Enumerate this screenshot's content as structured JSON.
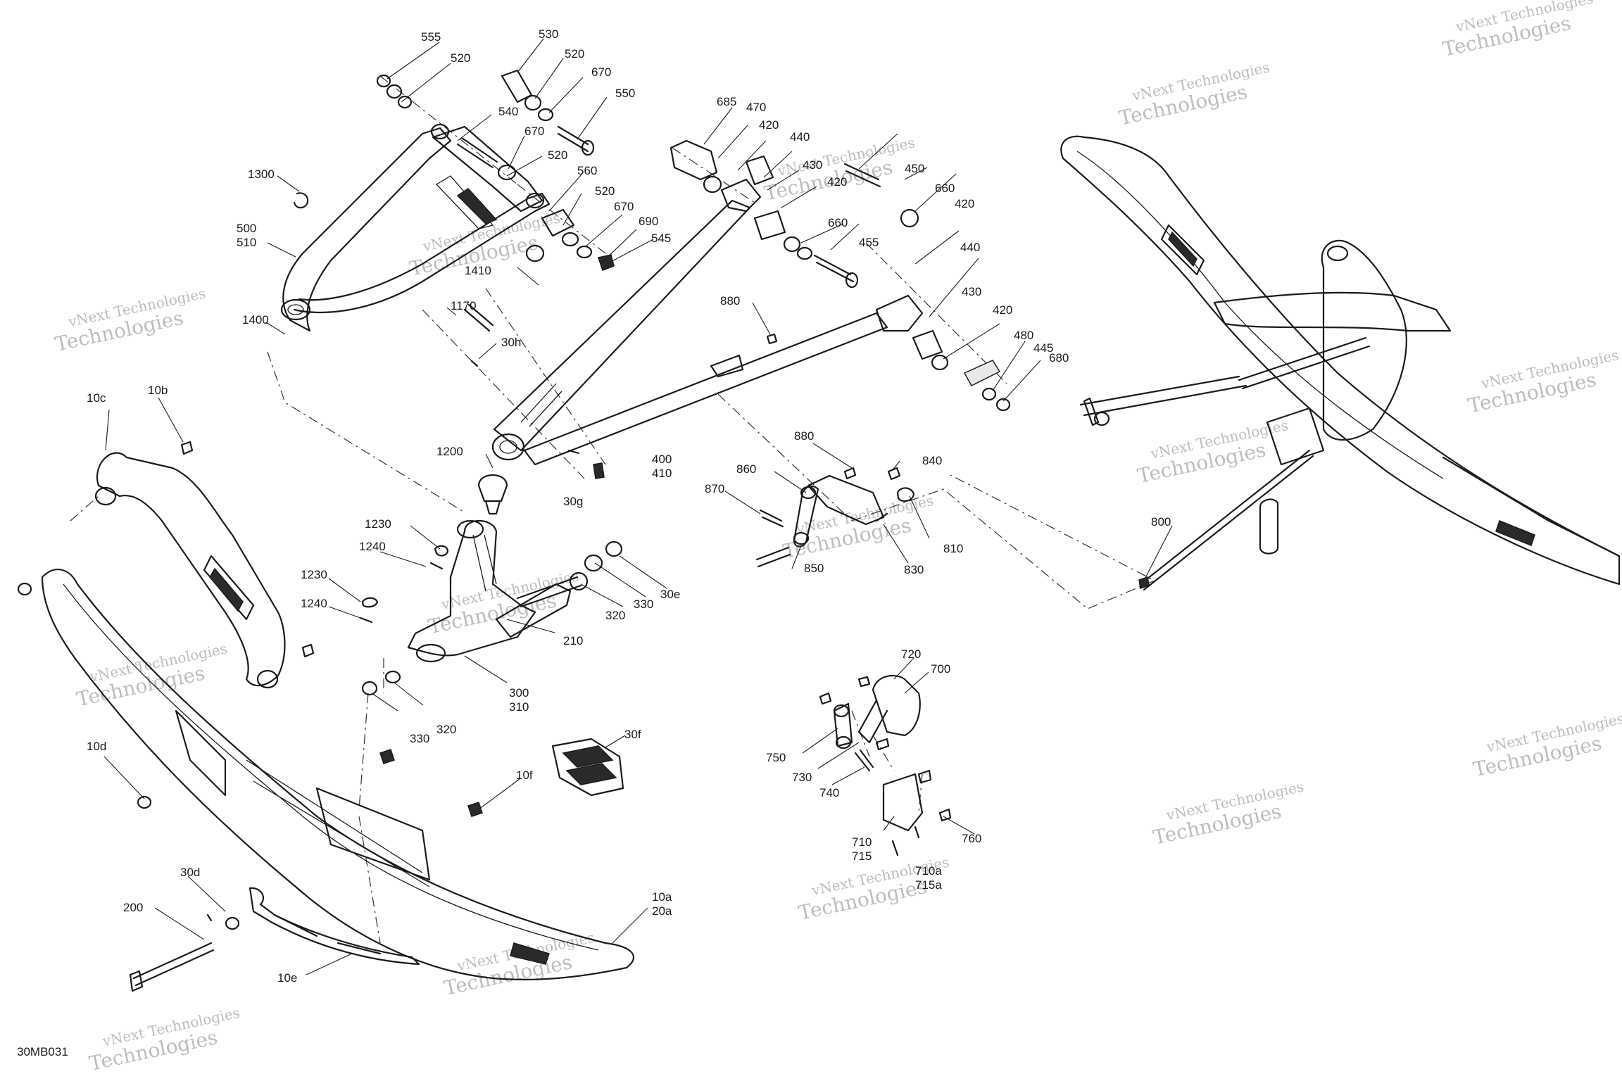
{
  "diagram_id": "30MB031",
  "watermark": {
    "line1": "vNext Technologies",
    "line2": "Technologies"
  },
  "callouts": {
    "c555": "555",
    "c520a": "520",
    "c530": "530",
    "c520b": "520",
    "c670a": "670",
    "c550": "550",
    "c540": "540",
    "c670b": "670",
    "c520c": "520",
    "c560": "560",
    "c520d": "520",
    "c670c": "670",
    "c690": "690",
    "c545": "545",
    "c1300": "1300",
    "c500": "500",
    "c510": "510",
    "c1400": "1400",
    "c1410": "1410",
    "c1170": "1170",
    "c30h": "30h",
    "c685": "685",
    "c470": "470",
    "c420a": "420",
    "c440a": "440",
    "c430a": "430",
    "c420b": "420",
    "c450": "450",
    "c660a": "660",
    "c660b": "660",
    "c420c": "420",
    "c455": "455",
    "c440b": "440",
    "c430b": "430",
    "c420d": "420",
    "c480": "480",
    "c445": "445",
    "c680": "680",
    "c880a": "880",
    "c400": "400",
    "c410": "410",
    "c30g": "30g",
    "c1200": "1200",
    "c10c": "10c",
    "c10b": "10b",
    "c880b": "880",
    "c860": "860",
    "c870": "870",
    "c840": "840",
    "c810": "810",
    "c850": "850",
    "c830": "830",
    "c1230a": "1230",
    "c1240a": "1240",
    "c1230b": "1230",
    "c1240b": "1240",
    "c30e": "30e",
    "c330a": "330",
    "c320a": "320",
    "c210": "210",
    "c300": "300",
    "c310": "310",
    "c330b": "330",
    "c320b": "320",
    "c10d": "10d",
    "c10f": "10f",
    "c30f": "30f",
    "c720": "720",
    "c700": "700",
    "c750": "750",
    "c730": "730",
    "c740": "740",
    "c760": "760",
    "c710": "710",
    "c715": "715",
    "c710a": "710a",
    "c715a": "715a",
    "c800": "800",
    "c30d": "30d",
    "c200": "200",
    "c10a": "10a",
    "c20a": "20a",
    "c10e": "10e"
  }
}
